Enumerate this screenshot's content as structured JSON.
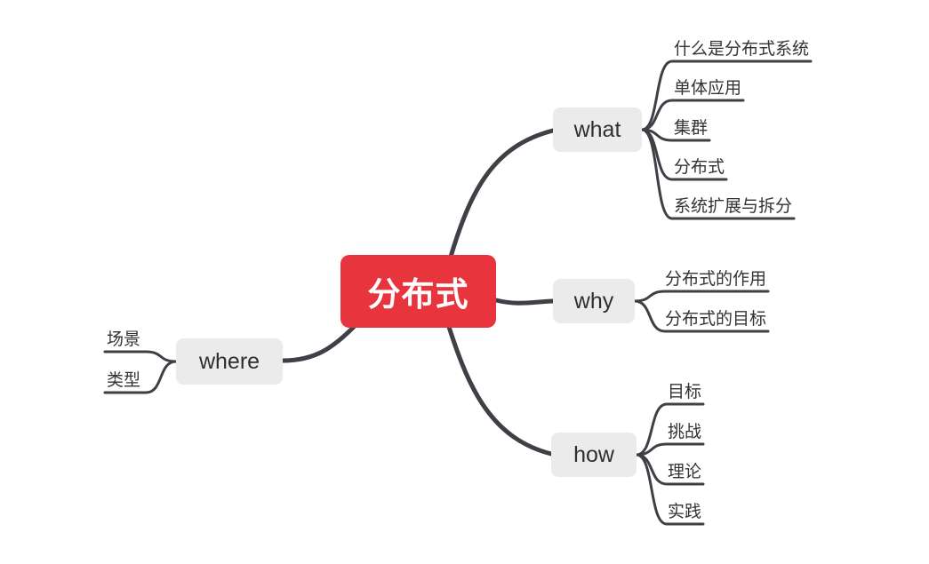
{
  "mindmap": {
    "root": {
      "label": "分布式"
    },
    "branches": {
      "what": {
        "label": "what",
        "children": [
          "什么是分布式系统",
          "单体应用",
          "集群",
          "分布式",
          "系统扩展与拆分"
        ]
      },
      "why": {
        "label": "why",
        "children": [
          "分布式的作用",
          "分布式的目标"
        ]
      },
      "how": {
        "label": "how",
        "children": [
          "目标",
          "挑战",
          "理论",
          "实践"
        ]
      },
      "where": {
        "label": "where",
        "children": [
          "场景",
          "类型"
        ]
      }
    },
    "colors": {
      "root_bg": "#e8353d",
      "root_text": "#ffffff",
      "branch_bg": "#ebebeb",
      "branch_text": "#2f2f33",
      "line": "#3f3f46",
      "leaf_text": "#333333",
      "canvas_bg": "#ffffff"
    }
  }
}
